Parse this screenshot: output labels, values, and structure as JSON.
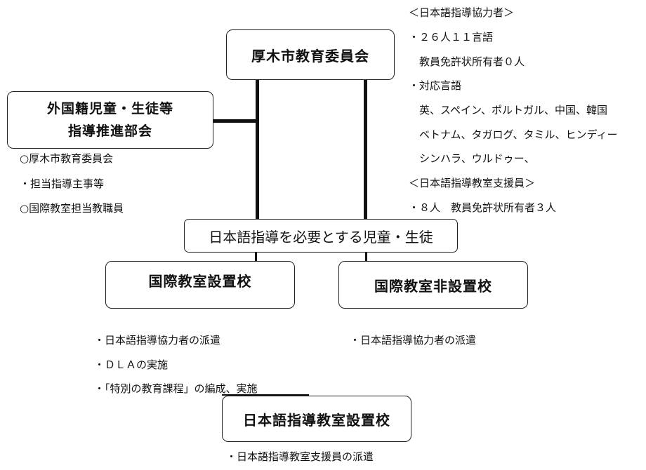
{
  "board": {
    "label": "厚木市教育委員会"
  },
  "promotion_committee": {
    "line1": "外国籍児童・生徒等",
    "line2": "指導推進部会",
    "members": [
      "○厚木市教育委員会",
      "・担当指導主事等",
      "○国際教室担当教職員"
    ]
  },
  "japanese_cooperators": {
    "heading": "＜日本語指導協力者＞",
    "items": [
      "・２６人１１言語",
      "　教員免許状所有者０人",
      "・対応言語",
      "　英、スペイン、ポルトガル、中国、韓国",
      "　ベトナム、タガログ、タミル、ヒンディー",
      "　シンハラ、ウルドゥー、"
    ]
  },
  "classroom_supporters": {
    "heading": "＜日本語指導教室支援員＞",
    "items": [
      "・８人　教員免許状所有者３人"
    ]
  },
  "students": {
    "label": "日本語指導を必要とする児童・生徒"
  },
  "intl_schools": {
    "label": "国際教室設置校",
    "items": [
      "・日本語指導協力者の派遣",
      "・ＤＬＡの実施",
      "・「特別の教育課程」の編成、実施"
    ]
  },
  "non_intl_schools": {
    "label": "国際教室非設置校",
    "items": [
      "・日本語指導協力者の派遣"
    ]
  },
  "jp_classroom_schools": {
    "label": "日本語指導教室設置校",
    "items": [
      "・日本語指導教室支援員の派遣"
    ]
  }
}
